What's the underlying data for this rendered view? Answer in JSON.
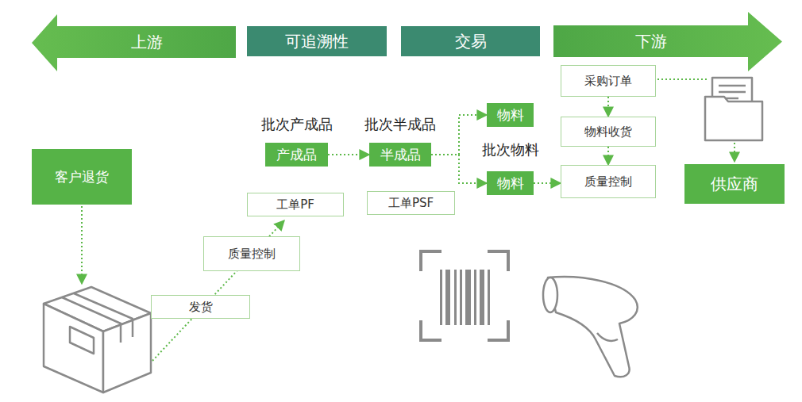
{
  "diagram": {
    "nodes": [
      {
        "text": [
          "上游"
        ]
      },
      {
        "text": [
          "可追溯性"
        ]
      },
      {
        "text": [
          "交易"
        ]
      },
      {
        "text": [
          "下游"
        ]
      },
      {
        "text": [
          "批次产成品",
          "产成品"
        ]
      },
      {
        "text": [
          "批次半成品",
          "半成品"
        ]
      },
      {
        "text": [
          "物料"
        ]
      },
      {
        "text": [
          "批次物料",
          "物料"
        ]
      },
      {
        "text": [
          "采购订单"
        ]
      },
      {
        "text": [
          "物料收货"
        ]
      },
      {
        "text": [
          "质量控制"
        ]
      },
      {
        "text": [
          "供应商"
        ]
      },
      {
        "text": [
          "客户退货"
        ]
      },
      {
        "text": [
          "工单PF"
        ]
      },
      {
        "text": [
          "工单PSF"
        ]
      },
      {
        "text": [
          "质量控制"
        ]
      },
      {
        "text": [
          "发货"
        ]
      }
    ],
    "edges": [
      {
        "from": 4,
        "to": 5,
        "arrow": "to"
      },
      {
        "from": 5,
        "to": 6,
        "arrow": "to"
      },
      {
        "from": 5,
        "to": 7,
        "arrow": "to"
      },
      {
        "from": 7,
        "to": 10,
        "arrow": "to"
      },
      {
        "from": 8,
        "to": 9,
        "arrow": "to"
      },
      {
        "from": 9,
        "to": 10,
        "arrow": "to"
      }
    ]
  }
}
